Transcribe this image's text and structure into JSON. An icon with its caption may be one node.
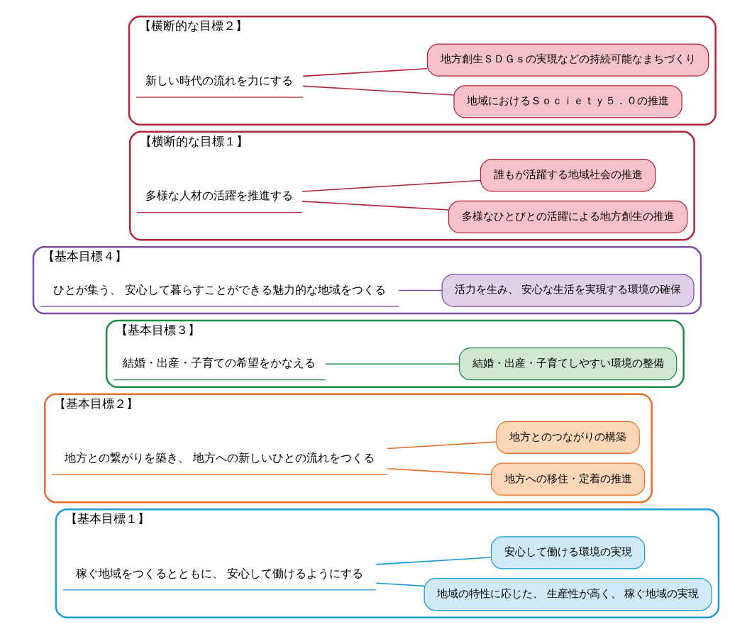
{
  "diagram": {
    "nodes": [
      {
        "text": [
          "【基本目標１】"
        ]
      },
      {
        "text": [
          "稼ぐ地域をつくるとともに、 安心して働けるようにする"
        ],
        "in": 0
      },
      {
        "text": [
          "地域の特性に応じた、 生産性が高く、 稼ぐ地域の実現"
        ],
        "in": 0
      },
      {
        "text": [
          "安心して働ける環境の実現"
        ],
        "in": 0
      },
      {
        "text": [
          "【基本目標２】"
        ]
      },
      {
        "text": [
          "地方との繋がりを築き、 地方への新しいひとの流れをつくる"
        ],
        "in": 4
      },
      {
        "text": [
          "地方への移住・定着の推進"
        ],
        "in": 4
      },
      {
        "text": [
          "地方とのつながりの構築"
        ],
        "in": 4
      },
      {
        "text": [
          "【基本目標３】"
        ]
      },
      {
        "text": [
          "結婚・出産・子育ての希望をかなえる"
        ],
        "in": 8
      },
      {
        "text": [
          "結婚・出産・子育てしやすい環境の整備"
        ],
        "in": 8
      },
      {
        "text": [
          "【基本目標４】"
        ]
      },
      {
        "text": [
          "ひとが集う、 安心して暮らすことができる魅力的な地域をつくる"
        ],
        "in": 11
      },
      {
        "text": [
          "活力を生み、 安心な生活を実現する環境の確保"
        ],
        "in": 11
      },
      {
        "text": [
          "【横断的な目標１】"
        ]
      },
      {
        "text": [
          "多様な人材の活躍を推進する"
        ],
        "in": 14
      },
      {
        "text": [
          "多様なひとびとの活躍による地方創生の推進"
        ],
        "in": 14
      },
      {
        "text": [
          "誰もが活躍する地域社会の推進"
        ],
        "in": 14
      },
      {
        "text": [
          "【横断的な目標２】"
        ]
      },
      {
        "text": [
          "新しい時代の流れを力にする"
        ],
        "in": 18
      },
      {
        "text": [
          "地域におけるＳｏｃｉｅｔｙ５．０の推進"
        ],
        "in": 18
      },
      {
        "text": [
          "地方創生ＳＤＧｓの実現などの持続可能なまちづくり"
        ],
        "in": 18
      }
    ],
    "edges": [
      {
        "from": 1,
        "to": 2,
        "arrow": "none",
        "color": "#1a9ad6"
      },
      {
        "from": 1,
        "to": 3,
        "arrow": "none",
        "color": "#1a9ad6"
      },
      {
        "from": 5,
        "to": 6,
        "arrow": "none",
        "color": "#e8702a"
      },
      {
        "from": 5,
        "to": 7,
        "arrow": "none",
        "color": "#e8702a"
      },
      {
        "from": 9,
        "to": 10,
        "arrow": "none",
        "color": "#1e8a4a"
      },
      {
        "from": 12,
        "to": 13,
        "arrow": "none",
        "color": "#7a4fa0"
      },
      {
        "from": 15,
        "to": 16,
        "arrow": "none"
      },
      {
        "from": 15,
        "to": 17,
        "arrow": "none"
      },
      {
        "from": 19,
        "to": 20,
        "arrow": "none"
      },
      {
        "from": 19,
        "to": 21,
        "arrow": "none"
      }
    ]
  }
}
